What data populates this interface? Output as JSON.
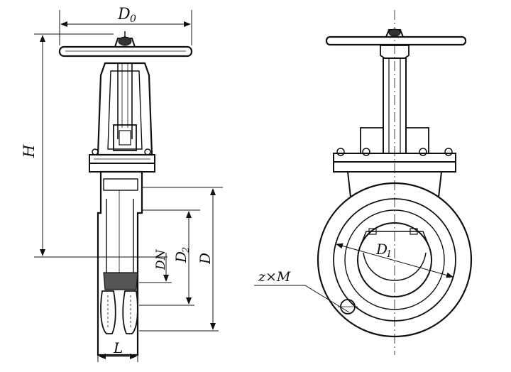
{
  "labels": {
    "D0": "D",
    "D0_sub": "0",
    "H": "H",
    "DN": "DN",
    "D2": "D",
    "D2_sub": "2",
    "D": "D",
    "L": "L",
    "D1": "D",
    "D1_sub": "1",
    "zM": "z×M"
  }
}
